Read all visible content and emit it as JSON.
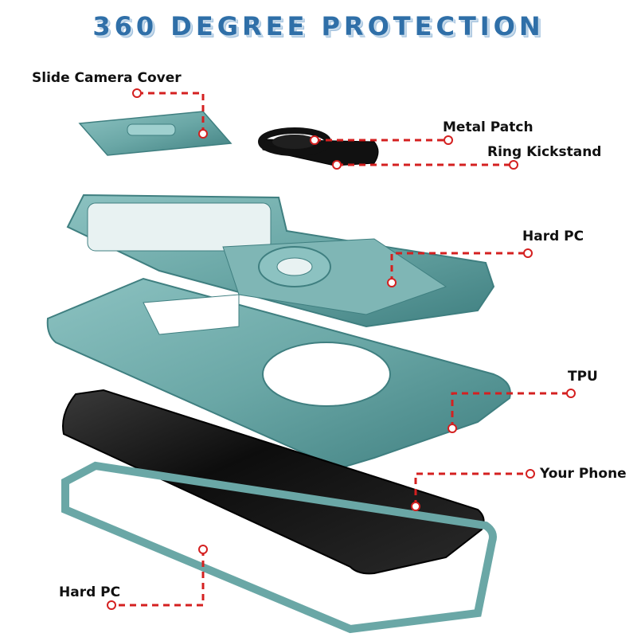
{
  "title": "360 DEGREE PROTECTION",
  "labels": {
    "slide_camera_cover": "Slide Camera Cover",
    "metal_patch": "Metal Patch",
    "ring_kickstand": "Ring Kickstand",
    "hard_pc_top": "Hard PC",
    "tpu": "TPU",
    "your_phone": "Your Phone",
    "hard_pc_bottom": "Hard PC"
  },
  "colors": {
    "title": "#2f6fa8",
    "case_teal": "#6aa7a6",
    "case_teal_dark": "#3f7f80",
    "leader_line": "#d42020",
    "phone_black": "#111111"
  }
}
